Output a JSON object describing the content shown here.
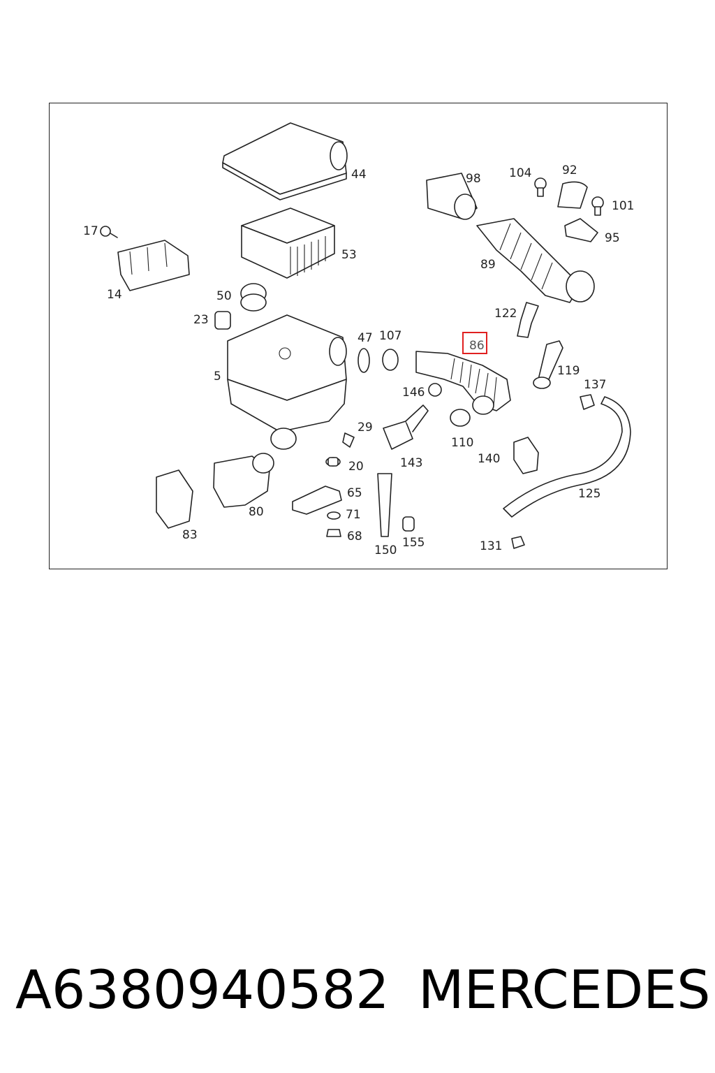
{
  "callouts": {
    "c5": "5",
    "c14": "14",
    "c17": "17",
    "c20": "20",
    "c23": "23",
    "c29": "29",
    "c44": "44",
    "c47": "47",
    "c50": "50",
    "c53": "53",
    "c65": "65",
    "c68": "68",
    "c71": "71",
    "c80": "80",
    "c83": "83",
    "c86": "86",
    "c89": "89",
    "c92": "92",
    "c95": "95",
    "c98": "98",
    "c101": "101",
    "c104": "104",
    "c107": "107",
    "c110": "110",
    "c119": "119",
    "c122": "122",
    "c125": "125",
    "c131": "131",
    "c137": "137",
    "c140": "140",
    "c143": "143",
    "c146": "146",
    "c150": "150",
    "c155": "155"
  },
  "highlighted_callout": "86",
  "colors": {
    "highlight": "#e02020",
    "linework": "#222222"
  },
  "footer": {
    "part_number": "A6380940582",
    "brand": "MERCEDES"
  }
}
